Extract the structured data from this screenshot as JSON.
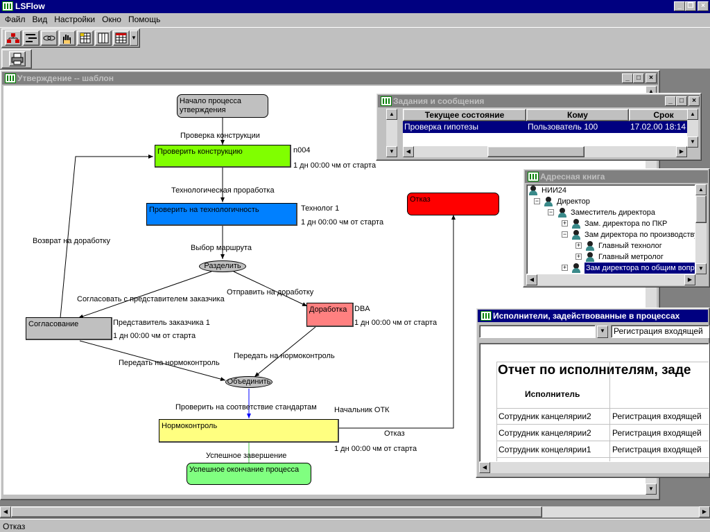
{
  "app": {
    "title": "LSFlow",
    "status_text": "Отказ"
  },
  "menu": [
    "Файл",
    "Вид",
    "Настройки",
    "Окно",
    "Помощь"
  ],
  "toolbar": {
    "icons": [
      "org-chart-icon",
      "workflow-icon",
      "link-icon",
      "hand-icon",
      "grid-icon",
      "columns-icon",
      "table-icon",
      "dropdown-arrow-icon"
    ],
    "second_row": [
      "printer-icon"
    ]
  },
  "template_window": {
    "title": "Утверждение -- шаблон",
    "nodes": {
      "start": "Начало процесса утверждения",
      "check_design": "Проверить конструкцию",
      "check_tech": "Проверить на технологичность",
      "split": "Разделить",
      "agree": "Согласование",
      "rework": "Доработка",
      "join": "Объединить",
      "normcontrol": "Нормоконтроль",
      "reject": "Отказ",
      "success": "Успешное окончание процесса"
    },
    "labels": {
      "l1": "Проверка конструкции",
      "l2": "Технологическая проработка",
      "l3": "Выбор маршрута",
      "l4": "Согласовать с представителем заказчика",
      "l5": "Отправить на доработку",
      "l6": "Возврат на доработку",
      "l7": "Передать на нормоконтроль",
      "l8": "Передать на нормоконтроль",
      "l9": "Проверить на соответствие стандартам",
      "l10": "Отказ",
      "l11": "Успешное завершение"
    },
    "annotations": {
      "a1_role": "n004",
      "a1_time": "1 дн 00:00 чм от старта",
      "a2_role": "Технолог 1",
      "a2_time": "1 дн 00:00 чм от старта",
      "a3_role": "Представитель заказчика 1",
      "a3_time": "1 дн 00:00 чм от старта",
      "a4_role": "DBA",
      "a4_time": "1 дн 00:00 чм от старта",
      "a5_role": "Начальник ОТК",
      "a5_time": "1 дн 00:00 чм от старта"
    },
    "colors": {
      "check_design": "#80ff00",
      "check_tech": "#0080ff",
      "rework": "#ff8080",
      "normcontrol": "#ffff80",
      "reject": "#ff0000",
      "success": "#80ff80",
      "gray": "#c0c0c0"
    }
  },
  "tasks_window": {
    "title": "Задания и сообщения",
    "columns": [
      "Текущее состояние",
      "Кому",
      "Срок"
    ],
    "rows": [
      [
        "Проверка гипотезы",
        "Пользователь 100",
        "17.02.00 18:14"
      ]
    ]
  },
  "address_book": {
    "title": "Адресная книга",
    "items": [
      {
        "label": "НИИ24",
        "level": 0,
        "expander": ""
      },
      {
        "label": "Директор",
        "level": 1,
        "expander": "-"
      },
      {
        "label": "Заместитель директора",
        "level": 2,
        "expander": "-"
      },
      {
        "label": "Зам. директора по ПКР",
        "level": 3,
        "expander": "+"
      },
      {
        "label": "Зам директора по производству",
        "level": 3,
        "expander": "-"
      },
      {
        "label": "Главный технолог",
        "level": 4,
        "expander": "+"
      },
      {
        "label": "Главный метролог",
        "level": 4,
        "expander": "+"
      },
      {
        "label": "Зам директора по общим вопросам",
        "level": 3,
        "expander": "+",
        "selected": true
      }
    ]
  },
  "executors_window": {
    "title": "Исполнители, задействованные в процессах",
    "combo1_value": "",
    "combo2_value": "Регистрация входящей",
    "report_title": "Отчет по исполнителям, заде",
    "col_header": "Исполнитель",
    "rows": [
      [
        "Сотрудник канцелярии2",
        "Регистрация входящей"
      ],
      [
        "Сотрудник канцелярии2",
        "Регистрация входящей"
      ],
      [
        "Сотрудник концелярии1",
        "Регистрация входящей"
      ]
    ]
  }
}
